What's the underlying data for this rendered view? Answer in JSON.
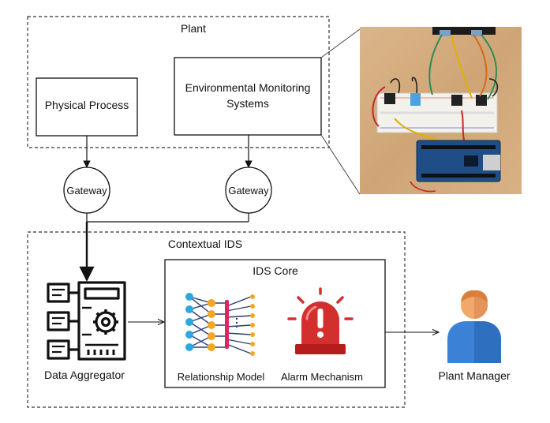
{
  "diagram": {
    "plant": {
      "title": "Plant",
      "physical_process": "Physical Process",
      "env_monitoring_line1": "Environmental Monitoring",
      "env_monitoring_line2": "Systems"
    },
    "gateways": [
      "Gateway",
      "Gateway"
    ],
    "contextual_ids": {
      "title": "Contextual IDS",
      "data_aggregator": "Data Aggregator",
      "core_title": "IDS Core",
      "relationship_model": "Relationship Model",
      "alarm_mechanism": "Alarm Mechanism"
    },
    "plant_manager": "Plant Manager",
    "icons": {
      "photo": "breadboard-photo",
      "aggregator": "data-aggregator-icon",
      "network": "neural-network-icon",
      "alarm": "alarm-siren-icon",
      "person": "person-icon"
    },
    "colors": {
      "network_blue": "#2aa8e0",
      "network_orange": "#f5a623",
      "network_red": "#e0245e",
      "alarm_red": "#d32f2f",
      "person_blue": "#3b82d6",
      "person_skin": "#f2a86a"
    }
  }
}
